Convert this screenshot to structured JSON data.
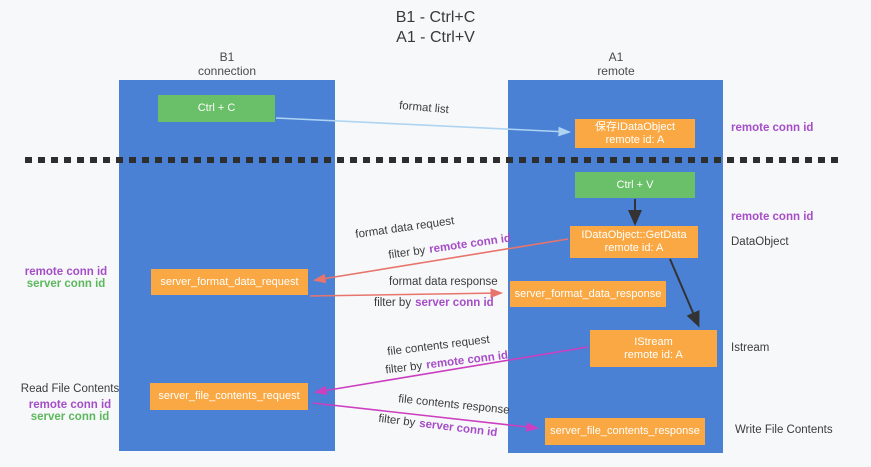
{
  "title": {
    "line1": "B1 - Ctrl+C",
    "line2": "A1 - Ctrl+V"
  },
  "columns": {
    "left": {
      "name": "B1",
      "role": "connection"
    },
    "right": {
      "name": "A1",
      "role": "remote"
    }
  },
  "boxes": {
    "ctrl_c": "Ctrl + C",
    "save_idataobject": {
      "line1": "保存IDataObject",
      "line2": "remote id: A"
    },
    "ctrl_v": "Ctrl + V",
    "getdata": {
      "line1": "IDataObject::GetData",
      "line2": "remote id: A"
    },
    "format_request": "server_format_data_request",
    "format_response": "server_format_data_response",
    "istream": {
      "line1": "IStream",
      "line2": "remote id: A"
    },
    "file_request": "server_file_contents_request",
    "file_response": "server_file_contents_response"
  },
  "flow_labels": {
    "format_list": "format list",
    "format_data_request": "format data request",
    "format_data_response": "format data response",
    "file_contents_request": "file contents request",
    "file_contents_response": "file contents response",
    "filter_by": "filter by",
    "remote_conn_id": "remote conn id",
    "server_conn_id": "server conn id"
  },
  "side_labels": {
    "remote_conn_id": "remote conn id",
    "server_conn_id": "server conn id",
    "dataobject": "DataObject",
    "istream": "Istream",
    "read_file_contents": "Read File Contents",
    "write_file_contents": "Write File Contents"
  },
  "colors": {
    "background": "#f7f8fa",
    "column_blue": "#4a81d4",
    "box_green": "#6abf69",
    "box_orange": "#f9a843",
    "arrow_light_blue": "#aed4f2",
    "arrow_red": "#e8756b",
    "arrow_magenta": "#cc3fc0",
    "arrow_black": "#333333",
    "label_purple": "#a64dc8",
    "label_green": "#5cb85c",
    "dashed_line": "#2e2e2e"
  }
}
